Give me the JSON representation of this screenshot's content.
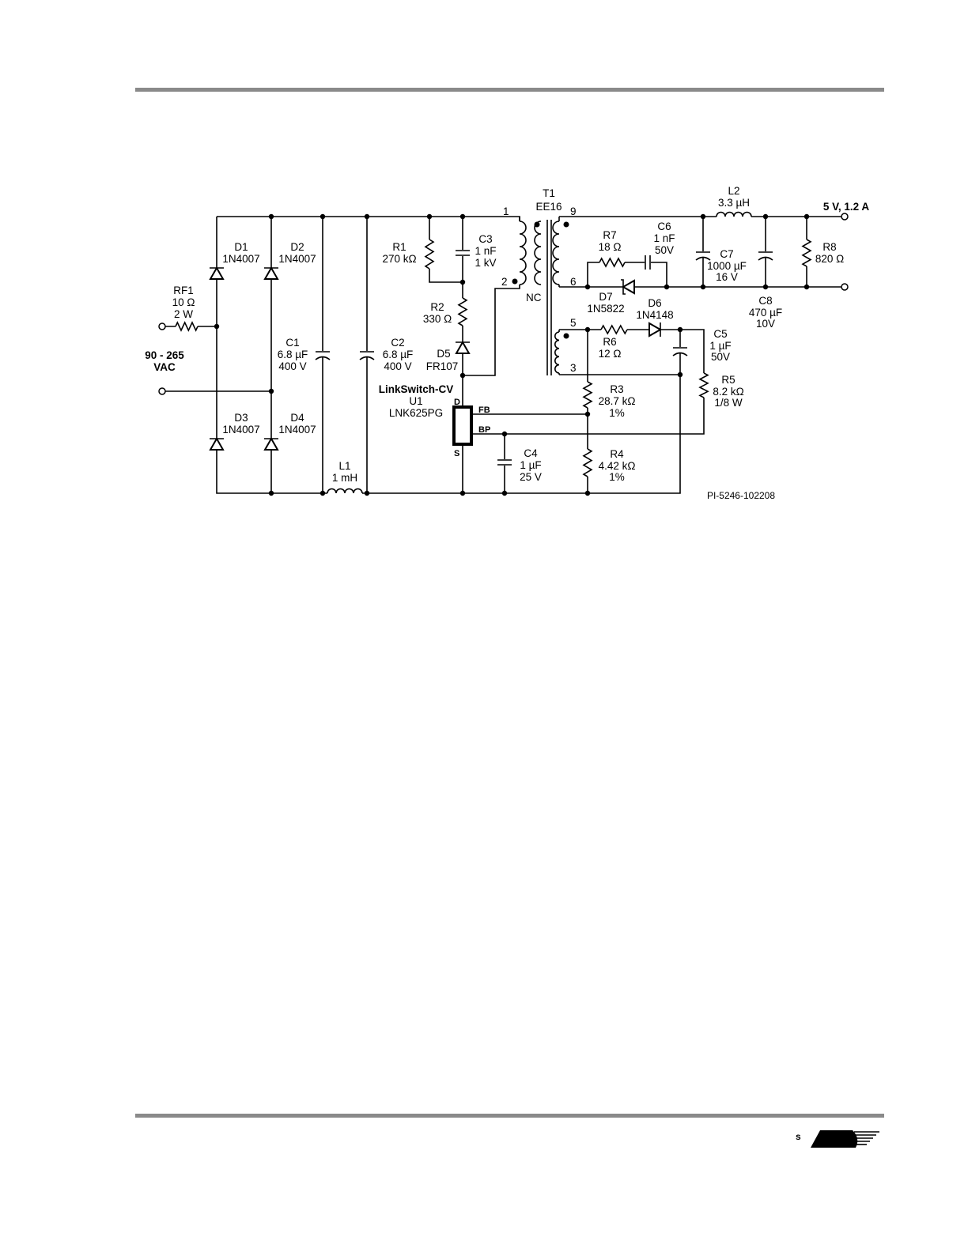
{
  "figure_id": "PI-5246-102208",
  "input": {
    "voltage": "90 - 265",
    "unit": "VAC"
  },
  "output": {
    "label": "5 V, 1.2 A"
  },
  "components": {
    "RF1": {
      "ref": "RF1",
      "v1": "10 Ω",
      "v2": "2 W"
    },
    "D1": {
      "ref": "D1",
      "v1": "1N4007"
    },
    "D2": {
      "ref": "D2",
      "v1": "1N4007"
    },
    "D3": {
      "ref": "D3",
      "v1": "1N4007"
    },
    "D4": {
      "ref": "D4",
      "v1": "1N4007"
    },
    "C1": {
      "ref": "C1",
      "v1": "6.8 µF",
      "v2": "400 V"
    },
    "C2": {
      "ref": "C2",
      "v1": "6.8 µF",
      "v2": "400 V"
    },
    "L1": {
      "ref": "L1",
      "v1": "1 mH"
    },
    "R1": {
      "ref": "R1",
      "v1": "270 kΩ"
    },
    "C3": {
      "ref": "C3",
      "v1": "1 nF",
      "v2": "1 kV"
    },
    "R2": {
      "ref": "R2",
      "v1": "330 Ω"
    },
    "D5": {
      "ref": "D5",
      "v1": "FR107"
    },
    "U1": {
      "family": "LinkSwitch-CV",
      "ref": "U1",
      "v1": "LNK625PG",
      "pin_d": "D",
      "pin_fb": "FB",
      "pin_bp": "BP",
      "pin_s": "S"
    },
    "C4": {
      "ref": "C4",
      "v1": "1 µF",
      "v2": "25 V"
    },
    "T1": {
      "ref": "T1",
      "v1": "EE16",
      "pin1": "1",
      "pin2": "2",
      "pin9": "9",
      "pin6": "6",
      "pin5": "5",
      "pin3": "3",
      "nc": "NC"
    },
    "R7": {
      "ref": "R7",
      "v1": "18 Ω"
    },
    "C6": {
      "ref": "C6",
      "v1": "1 nF",
      "v2": "50V"
    },
    "D7": {
      "ref": "D7",
      "v1": "1N5822"
    },
    "L2": {
      "ref": "L2",
      "v1": "3.3 µH"
    },
    "C7": {
      "ref": "C7",
      "v1": "1000 µF",
      "v2": "16 V"
    },
    "C8": {
      "ref": "C8",
      "v1": "470 µF",
      "v2": "10V"
    },
    "R8": {
      "ref": "R8",
      "v1": "820 Ω"
    },
    "R6": {
      "ref": "R6",
      "v1": "12 Ω"
    },
    "D6": {
      "ref": "D6",
      "v1": "1N4148"
    },
    "C5": {
      "ref": "C5",
      "v1": "1 µF",
      "v2": "50V"
    },
    "R5": {
      "ref": "R5",
      "v1": "8.2 kΩ",
      "v2": "1/8 W"
    },
    "R3": {
      "ref": "R3",
      "v1": "28.7 kΩ",
      "v2": "1%"
    },
    "R4": {
      "ref": "R4",
      "v1": "4.42 kΩ",
      "v2": "1%"
    }
  },
  "footer": {
    "logo_mark": "s",
    "logo_name": "Power Integrations logo"
  },
  "colors": {
    "rule": "#8a8a8a",
    "ink": "#000000"
  }
}
